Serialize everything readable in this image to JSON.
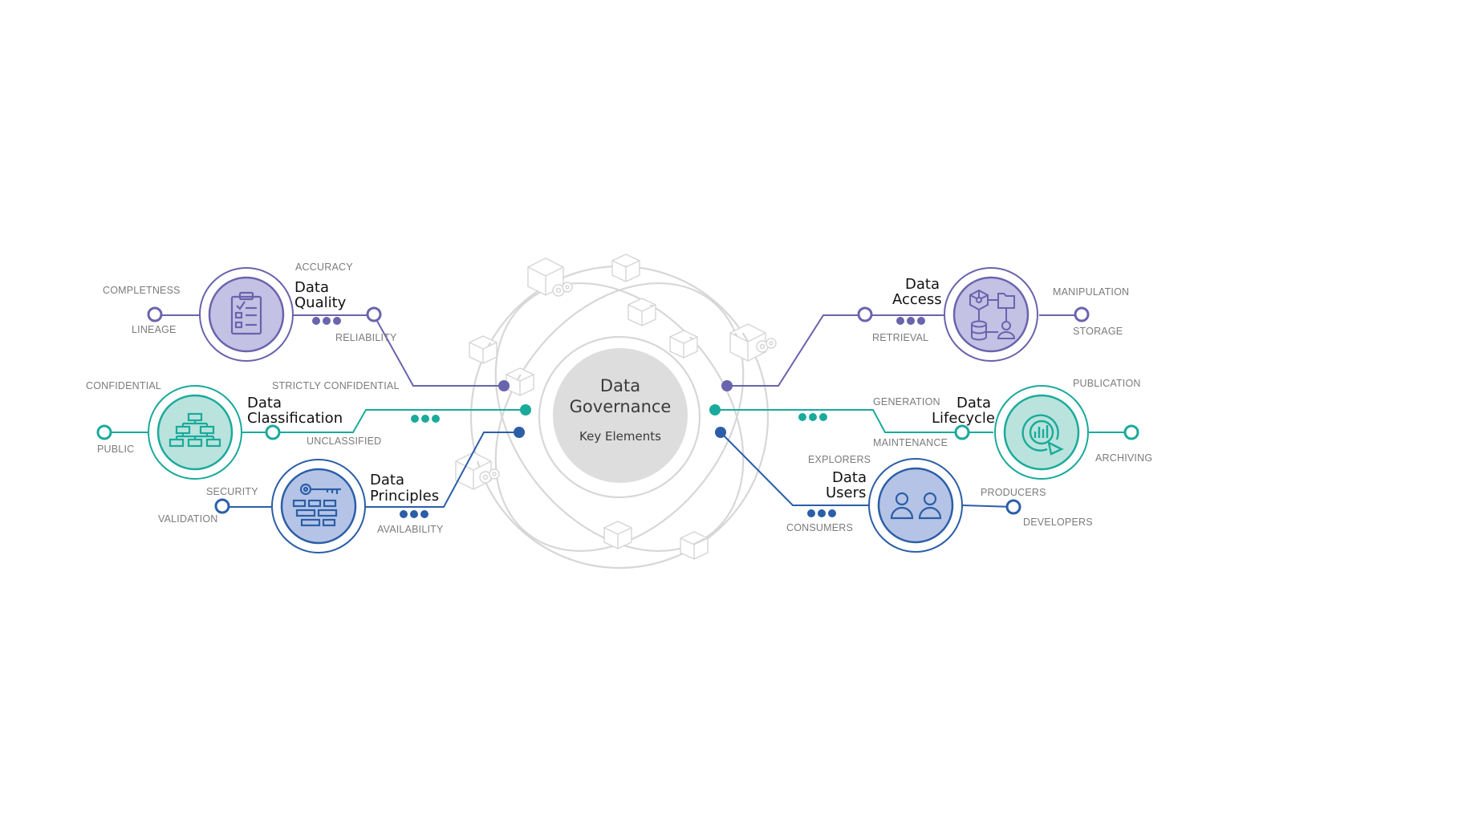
{
  "colors": {
    "purple": "#6a63ad",
    "purple_fill": "#c3c1e4",
    "teal": "#1aaa9b",
    "teal_fill": "#b9e3dc",
    "blue": "#2b5ea7",
    "blue_fill": "#b5c4e6",
    "gray_line": "#d7d7d7",
    "hub_fill": "#dddddd"
  },
  "hub": {
    "title_line1": "Data",
    "title_line2": "Governance",
    "subtitle": "Key Elements"
  },
  "elements": {
    "quality": {
      "title_line1": "Data",
      "title_line2": "Quality",
      "icon": "clipboard-checklist-icon",
      "labels": {
        "top": "ACCURACY",
        "outer_top": "COMPLETNESS",
        "outer_bottom": "LINEAGE",
        "inner": "RELIABILITY"
      }
    },
    "classification": {
      "title_line1": "Data",
      "title_line2": "Classification",
      "icon": "hierarchy-chart-icon",
      "labels": {
        "outer_top": "CONFIDENTIAL",
        "outer_bottom": "PUBLIC",
        "inner_top": "STRICTLY CONFIDENTIAL",
        "inner_bottom": "UNCLASSIFIED"
      }
    },
    "principles": {
      "title_line1": "Data",
      "title_line2": "Principles",
      "icon": "key-bricks-icon",
      "labels": {
        "outer_top": "SECURITY",
        "outer_bottom": "VALIDATION",
        "inner": "AVAILABILITY"
      }
    },
    "access": {
      "title_line1": "Data",
      "title_line2": "Access",
      "icon": "network-database-user-icon",
      "labels": {
        "inner": "RETRIEVAL",
        "outer_top": "MANIPULATION",
        "outer_bottom": "STORAGE"
      }
    },
    "lifecycle": {
      "title_line1": "Data",
      "title_line2": "Lifecycle",
      "icon": "cycle-chart-icon",
      "labels": {
        "inner_top": "GENERATION",
        "inner_bottom": "MAINTENANCE",
        "top": "PUBLICATION",
        "outer_bottom": "ARCHIVING"
      }
    },
    "users": {
      "title_line1": "Data",
      "title_line2": "Users",
      "icon": "users-icon",
      "labels": {
        "top": "EXPLORERS",
        "inner": "CONSUMERS",
        "outer_top": "PRODUCERS",
        "outer_bottom": "DEVELOPERS"
      }
    }
  }
}
